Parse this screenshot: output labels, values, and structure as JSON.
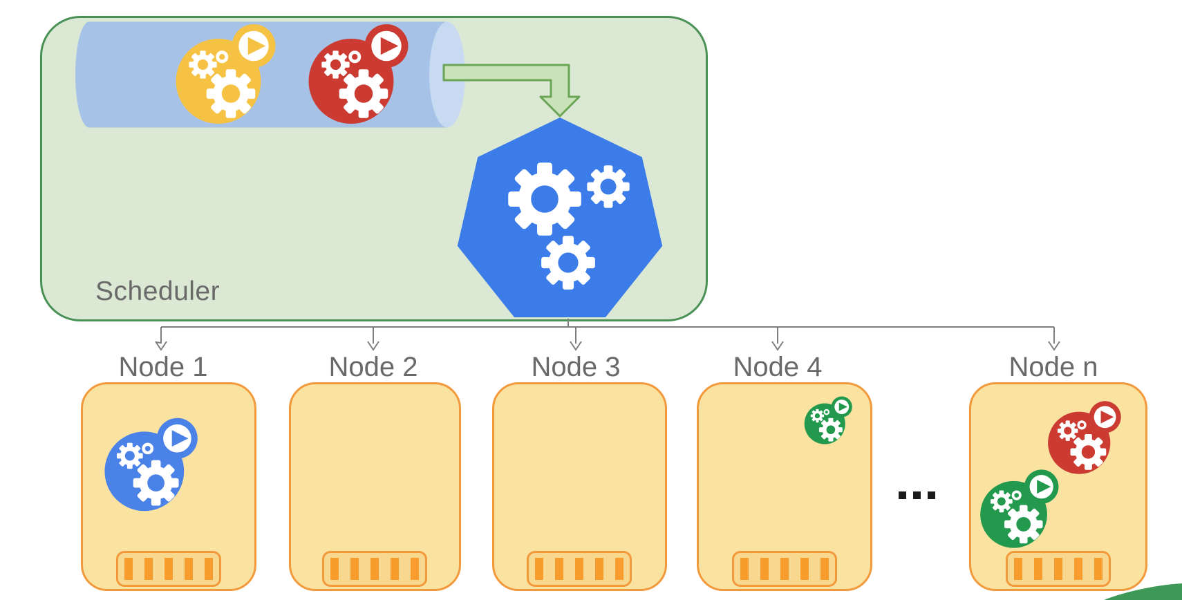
{
  "diagram": {
    "scheduler": {
      "label": "Scheduler",
      "queue": {
        "icon": "queue-cylinder-icon",
        "pods": [
          {
            "id": "pending-pod-1",
            "color_name": "yellow",
            "color": "#F6C244"
          },
          {
            "id": "pending-pod-2",
            "color_name": "red",
            "color": "#CB3B32"
          }
        ]
      },
      "engine": {
        "icon": "kubernetes-heptagon-icon",
        "color": "#3C7CE9"
      },
      "flow_arrow": {
        "icon": "queue-to-engine-arrow-icon"
      }
    },
    "nodes": [
      {
        "label": "Node 1",
        "pods": [
          {
            "color_name": "blue",
            "color": "#4B82E8"
          }
        ],
        "memory": "ram-icon"
      },
      {
        "label": "Node 2",
        "pods": [],
        "memory": "ram-icon"
      },
      {
        "label": "Node 3",
        "pods": [],
        "memory": "ram-icon"
      },
      {
        "label": "Node 4",
        "pods": [
          {
            "color_name": "green",
            "color": "#23994E"
          }
        ],
        "memory": "ram-icon"
      },
      {
        "label": "Node n",
        "pods": [
          {
            "color_name": "red",
            "color": "#CB3B32"
          },
          {
            "color_name": "green",
            "color": "#23994E"
          }
        ],
        "memory": "ram-icon"
      }
    ],
    "ellipsis": "...",
    "colors": {
      "scheduler_fill": "#DAE8D4",
      "scheduler_border": "#4A9155",
      "queue_body": "#A6C3E7",
      "queue_cap": "#C7DAF1",
      "heptagon_blue": "#3C7CE9",
      "pod_yellow": "#F6C244",
      "pod_red": "#CB3B32",
      "pod_blue": "#4B82E8",
      "pod_green": "#23994E",
      "node_fill": "#FAE2A1",
      "node_border": "#F2993B",
      "ram_fill": "#F8D78E",
      "ram_bar": "#F89C2E",
      "arrow_fill": "#C9E2BA",
      "arrow_stroke": "#6AA455",
      "connector_gray": "#7E7E7E",
      "label_gray": "#696969",
      "corner_green": "#3E9857"
    }
  }
}
